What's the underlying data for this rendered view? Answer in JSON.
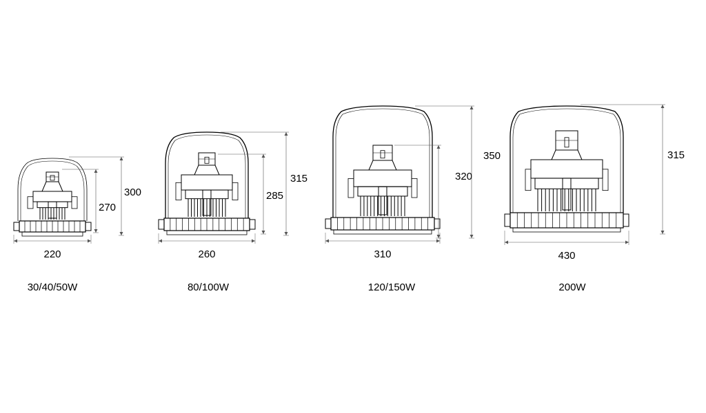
{
  "colors": {
    "line": "#000000",
    "dim": "#555555",
    "background": "#ffffff"
  },
  "fixtures": [
    {
      "id": "f1",
      "caption": "30/40/50W",
      "width": "220",
      "heights": [
        "270",
        "300"
      ]
    },
    {
      "id": "f2",
      "caption": "80/100W",
      "width": "260",
      "heights": [
        "285",
        "315"
      ]
    },
    {
      "id": "f3",
      "caption": "120/150W",
      "width": "310",
      "heights": [
        "320",
        "350"
      ]
    },
    {
      "id": "f4",
      "caption": "200W",
      "width": "430",
      "heights": [
        "315"
      ]
    }
  ]
}
